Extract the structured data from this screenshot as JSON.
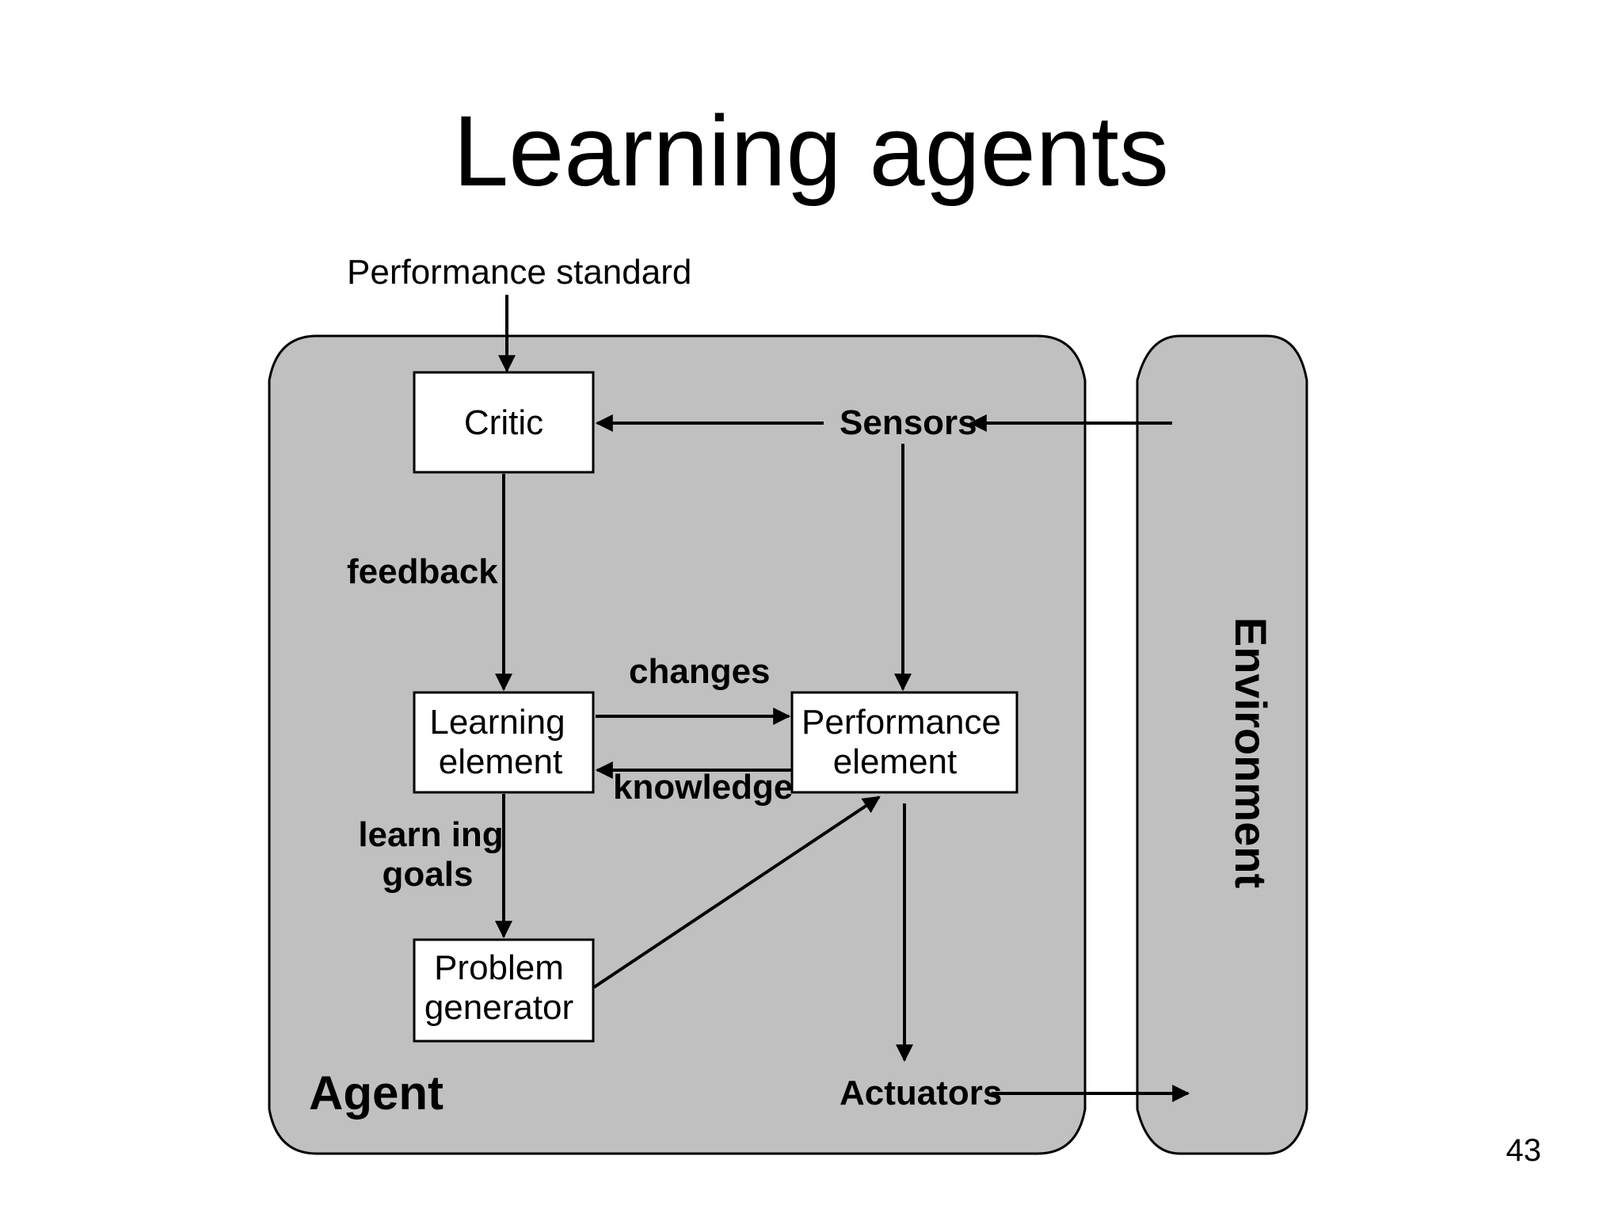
{
  "slide": {
    "title": "Learning agents",
    "page_number": "43"
  },
  "diagram": {
    "agent_label": "Agent",
    "environment_label": "Environment",
    "performance_standard": "Performance standard",
    "sensors": "Sensors",
    "actuators": "Actuators",
    "critic": "Critic",
    "learning_element": [
      "Learning",
      "element"
    ],
    "performance_element": [
      "Performance",
      "element"
    ],
    "problem_generator": [
      "Problem",
      "generator"
    ],
    "edges": {
      "feedback": "feedback",
      "changes": "changes",
      "knowledge": "knowledge",
      "learning_goals": [
        "learn ing",
        "goals"
      ]
    }
  },
  "colors": {
    "panel_fill": "#c0c0c0",
    "box_fill": "#ffffff",
    "stroke": "#000000",
    "background": "#ffffff"
  }
}
